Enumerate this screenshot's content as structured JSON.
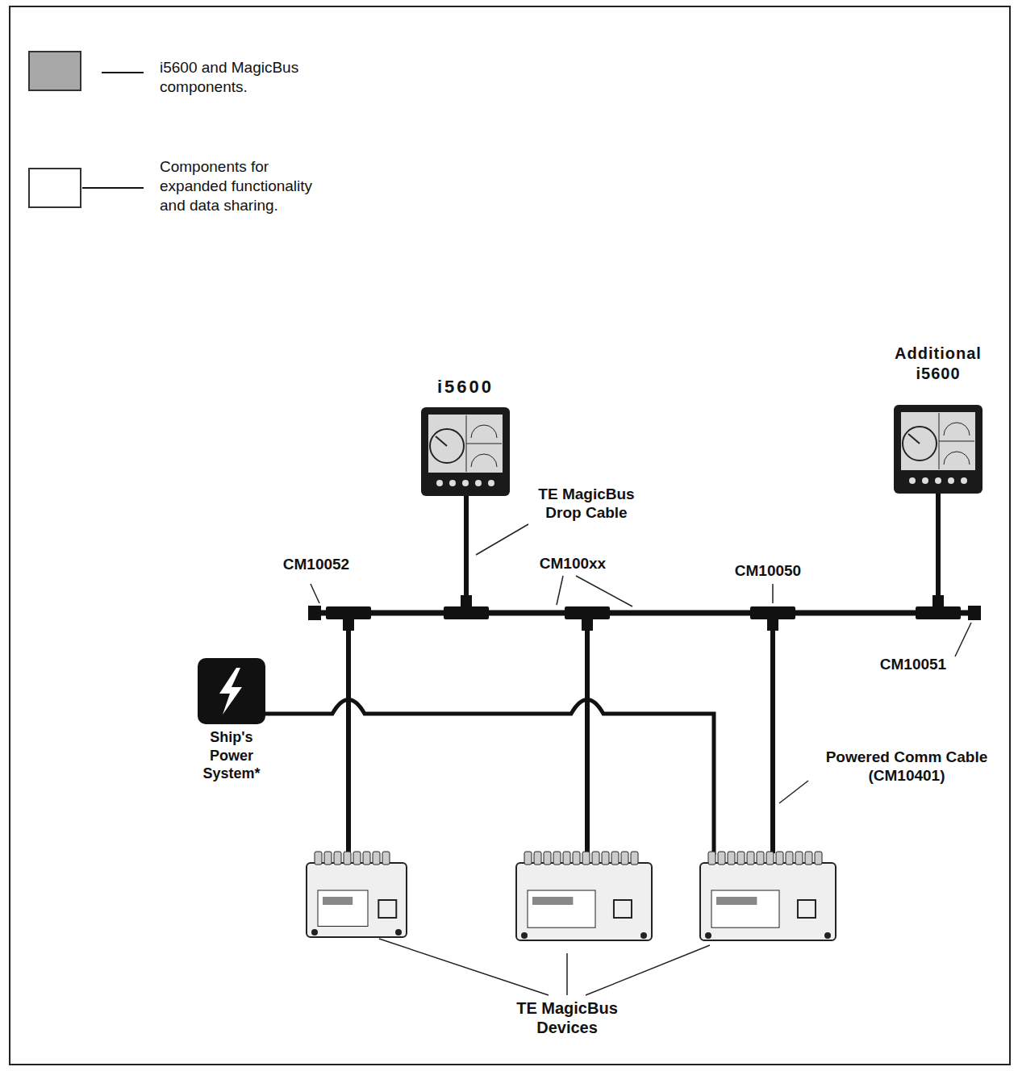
{
  "diagram": {
    "nodes": [
      {
        "text": [
          "i5600"
        ]
      },
      {
        "text": [
          "Additional i5600"
        ]
      },
      {
        "text": [
          "Ship's Power System*"
        ]
      }
    ],
    "labels": [
      "TE MagicBus Drop Cable",
      "CM10052",
      "CM100xx",
      "CM10050",
      "CM10051",
      "Powered Comm Cable (CM10401)",
      "TE MagicBus Devices"
    ],
    "legend": [
      {
        "text": "i5600 and MagicBus components.",
        "color": "#a8a8a8"
      },
      {
        "text": "Components for expanded functionality and data sharing.",
        "color": "#ffffff"
      }
    ]
  }
}
